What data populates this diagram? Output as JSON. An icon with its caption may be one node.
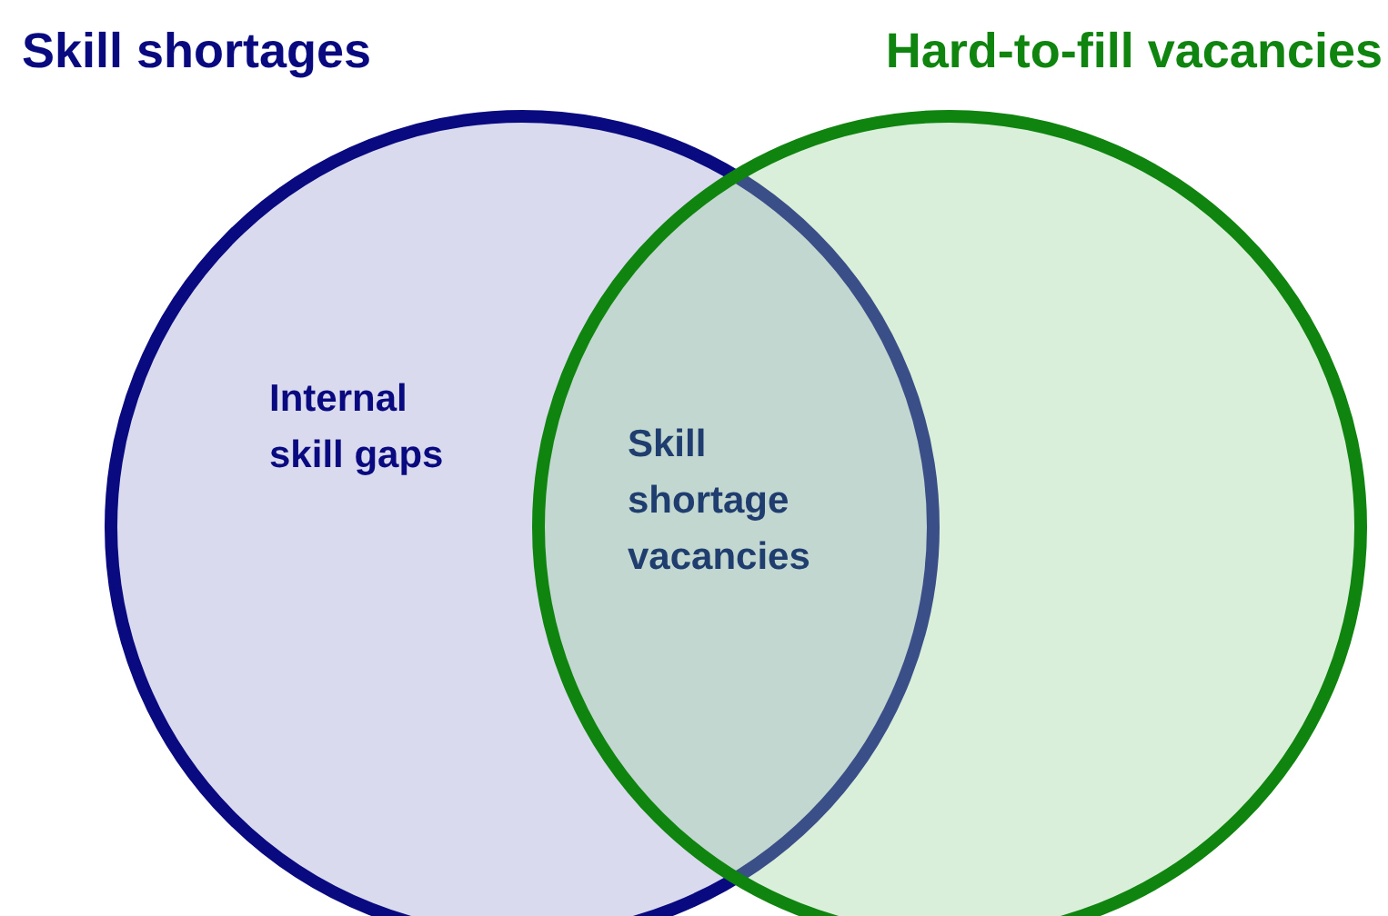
{
  "diagram": {
    "nodes": [
      {
        "text": [
          "Skill shortages",
          "Internal skill gaps"
        ]
      },
      {
        "text": [
          "Hard-to-fill vacancies"
        ]
      }
    ],
    "labels": [
      "Skill shortage vacancies"
    ]
  }
}
